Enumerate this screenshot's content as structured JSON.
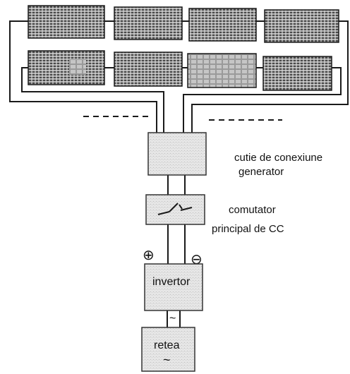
{
  "components": {
    "junction_box": {
      "label_line1": "cutie de conexiune",
      "label_line2": "generator"
    },
    "dc_switch": {
      "label_line1": "comutator",
      "label_line2": "principal de CC"
    },
    "inverter": {
      "label": "invertor"
    },
    "grid": {
      "label": "retea",
      "ac_symbol": "~"
    }
  },
  "polarity": {
    "plus": "⊕",
    "minus": "⊖"
  },
  "ac_link_symbol": "~",
  "solar_array": {
    "rows": 2,
    "panels_per_row": 4
  },
  "colors": {
    "line": "#1a1a1a",
    "panel_cell": "#4a4a4a",
    "panel_grid": "#dcdcdc",
    "box_fill": "#e4e4e4",
    "box_stroke": "#333333"
  }
}
